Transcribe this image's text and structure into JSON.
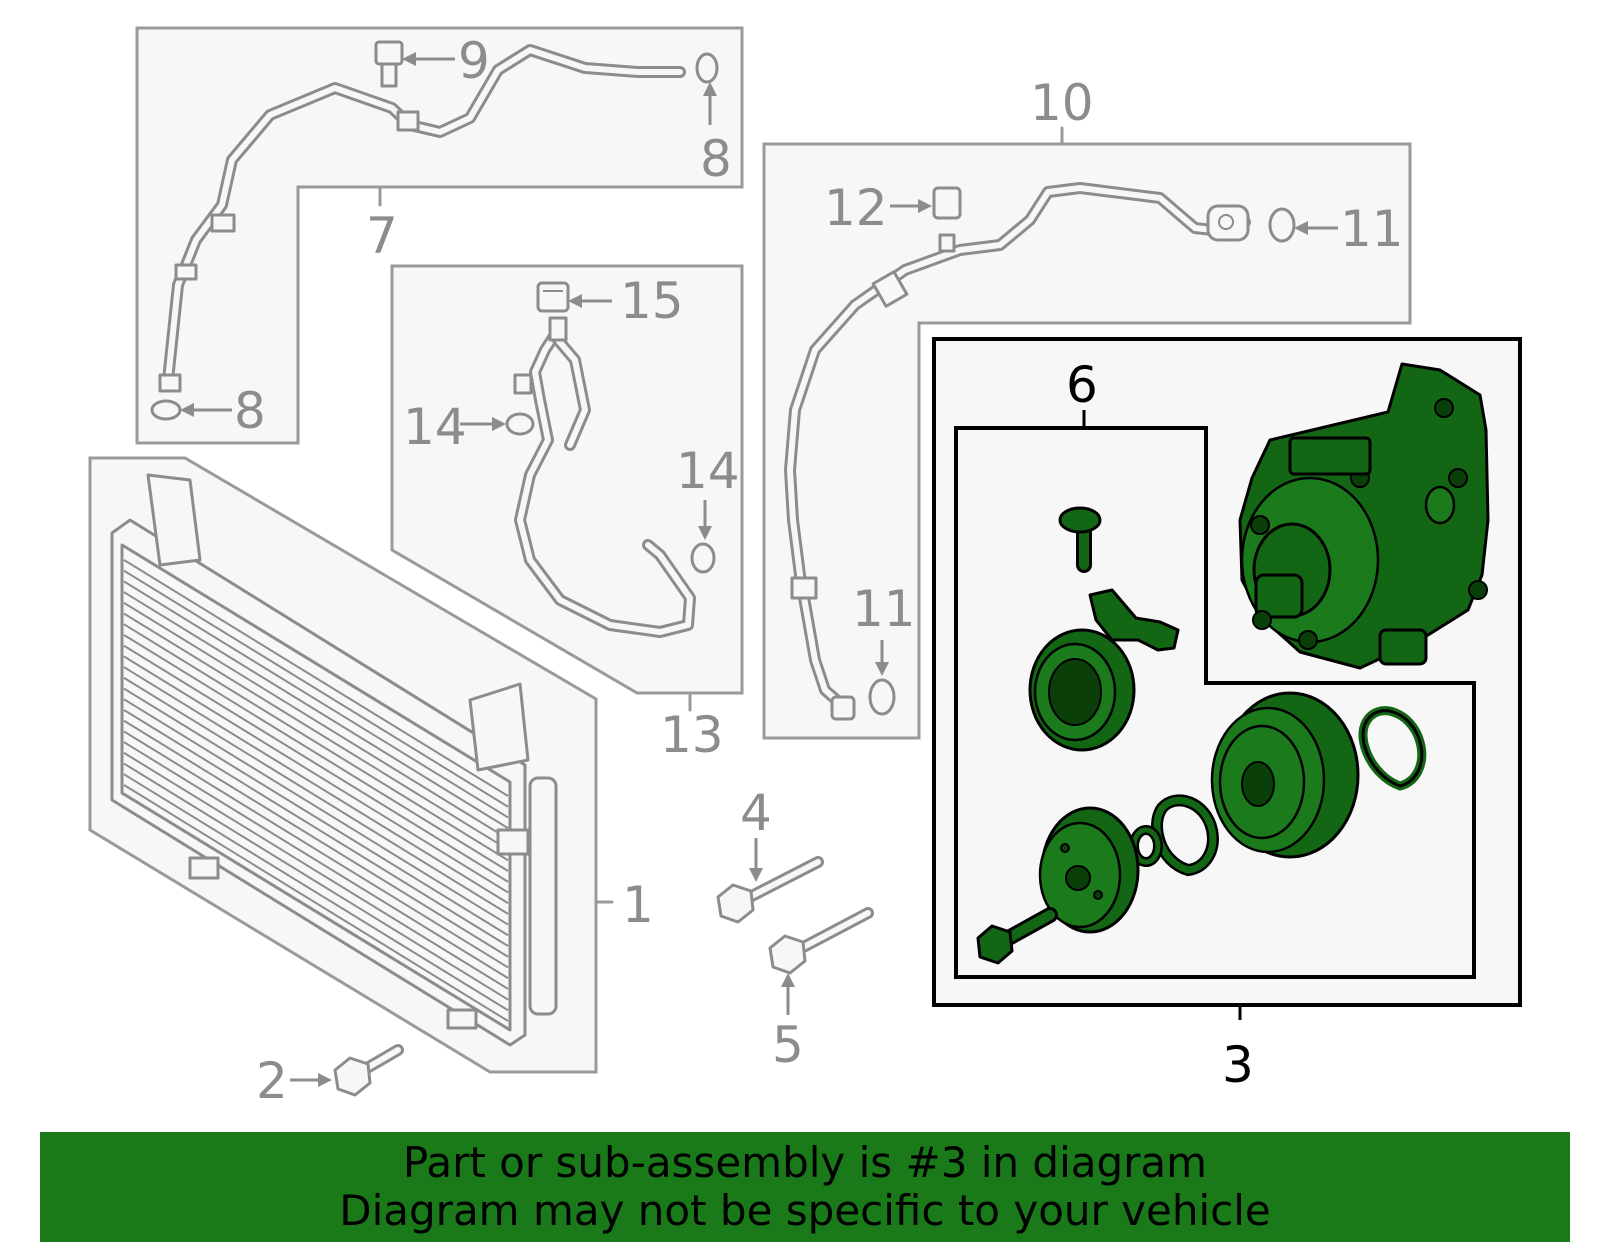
{
  "callouts": {
    "c1": "1",
    "c2": "2",
    "c3": "3",
    "c4": "4",
    "c5": "5",
    "c6": "6",
    "c7": "7",
    "c8a": "8",
    "c8b": "8",
    "c9": "9",
    "c10": "10",
    "c11a": "11",
    "c11b": "11",
    "c12": "12",
    "c13": "13",
    "c14a": "14",
    "c14b": "14",
    "c15": "15"
  },
  "highlight": {
    "part_number": "3",
    "color": "#136613"
  },
  "colors": {
    "banner_bg": "#1a7a1a",
    "unselected_gray": "#8c8c8c",
    "panel_bg": "#f7f7f7"
  },
  "banner": {
    "line1": "Part or sub-assembly is #3 in diagram",
    "line2": "Diagram may not be specific to your vehicle"
  }
}
